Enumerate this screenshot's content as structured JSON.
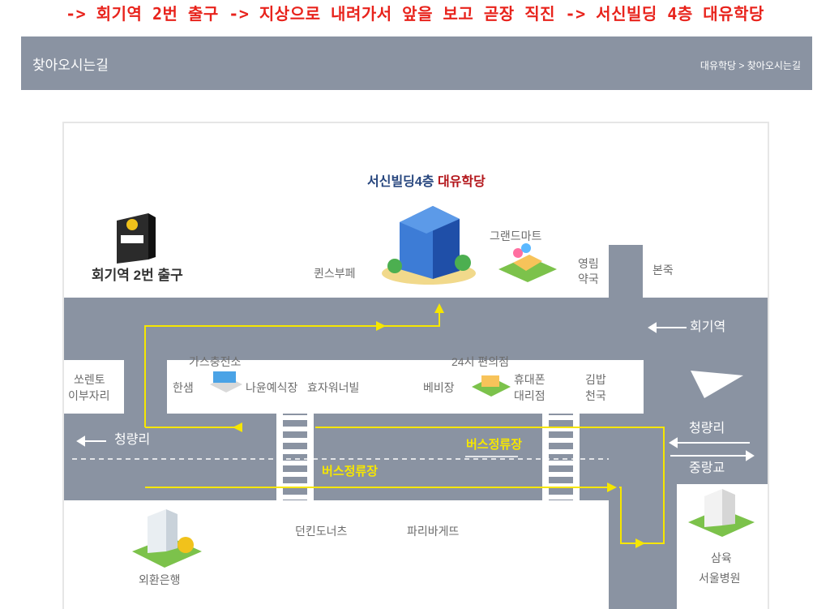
{
  "banner": {
    "text": "-> 회기역 2번 출구 -> 지상으로 내려가서 앞을 보고 곧장 직진 -> 서신빌딩 4층 대유학당"
  },
  "header": {
    "title": "찾아오시는길",
    "breadcrumb": "대유학당 > 찾아오시는길"
  },
  "map": {
    "destination": {
      "building": "서신빌딩4층",
      "academy": "대유학당"
    },
    "landmarks": {
      "station_exit": "회기역 2번 출구",
      "queens_buffet": "퀸스부페",
      "grand_mart": "그랜드마트",
      "pharmacy_line1": "영림",
      "pharmacy_line2": "약국",
      "bonjuk": "본죽",
      "gas_station": "가스충전소",
      "hansaem": "한샘",
      "wedding_hall": "나윤예식장",
      "hyoja_worner": "효자워너빌",
      "convenience_store": "24시 편의점",
      "bebijang": "베비장",
      "phone_store_line1": "휴대폰",
      "phone_store_line2": "대리점",
      "gimbap_line1": "김밥",
      "gimbap_line2": "천국",
      "sorrento_line1": "쏘렌토",
      "sorrento_line2": "이부자리",
      "dunkin": "던킨도너츠",
      "paris_baguette": "파리바게뜨",
      "exchange_bank": "외환은행",
      "hospital_line1": "삼육",
      "hospital_line2": "서울병원"
    },
    "roads": {
      "to_hoegi": "회기역",
      "cheongnyangni_left": "청량리",
      "cheongnyangni_right": "청량리",
      "jungnanggyo": "중랑교"
    },
    "bus_stops": [
      "버스정류장",
      "버스정류장"
    ],
    "colors": {
      "road": "#8a93a2",
      "route": "#f6e600",
      "header": "#8a93a2",
      "banner": "#e8231c"
    }
  }
}
